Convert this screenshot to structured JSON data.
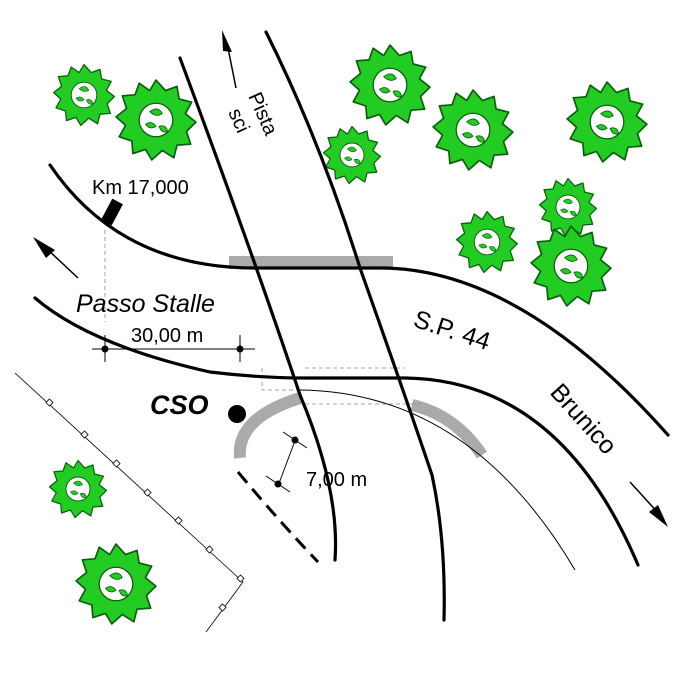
{
  "map": {
    "labels": {
      "pista_line1": "Pista",
      "pista_line2": "sci",
      "km_marker": "Km 17,000",
      "passo_stalle": "Passo Stalle",
      "distance_30": "30,00 m",
      "sp44": "S.P. 44",
      "cso": "CSO",
      "distance_7": "7,00 m",
      "brunico": "Brunico"
    },
    "colors": {
      "tree_fill": "#22cc22",
      "tree_outline": "#0b5e0b",
      "tree_light": "#a8f0a8",
      "bridge_grey": "#aaaaaa",
      "line": "#000000"
    },
    "icons": [
      "tree-icon",
      "arrow-icon",
      "fence-icon",
      "cso-point-icon",
      "km-marker-icon"
    ]
  }
}
